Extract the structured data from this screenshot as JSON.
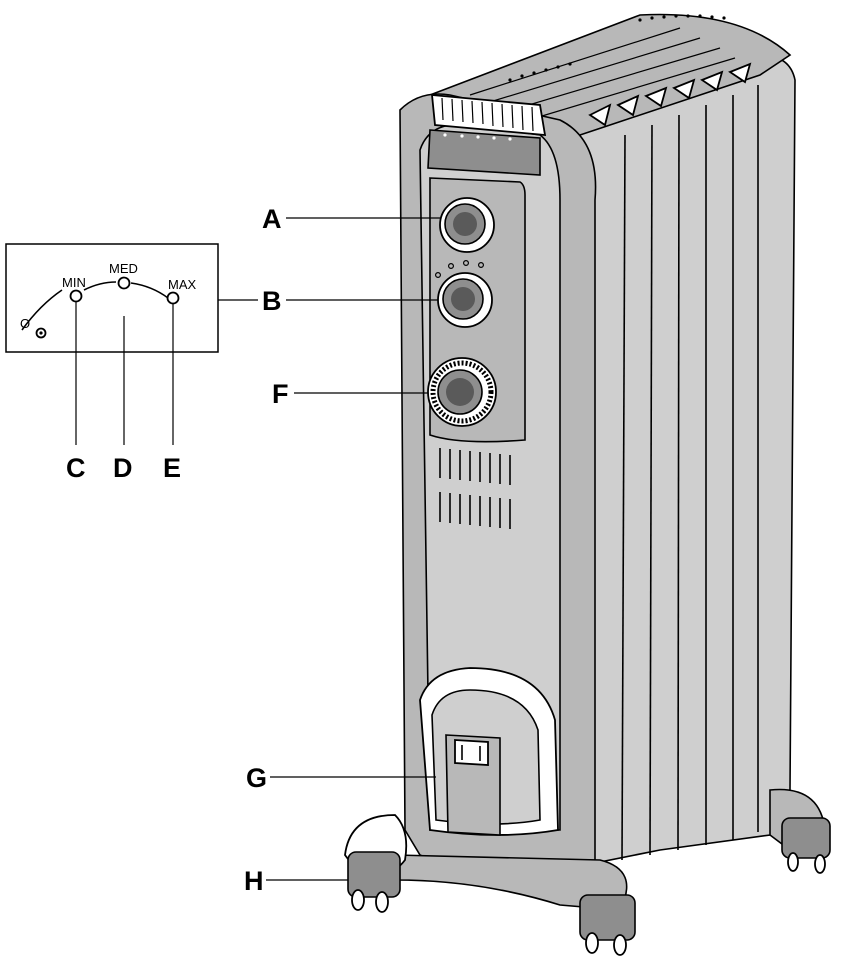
{
  "callouts": {
    "a": "A",
    "b": "B",
    "c": "C",
    "d": "D",
    "e": "E",
    "f": "F",
    "g": "G",
    "h": "H"
  },
  "dial_inset": {
    "off": "O",
    "min": "MIN",
    "med": "MED",
    "max": "MAX"
  },
  "icons": {
    "heater": "oil-radiator-heater",
    "knob": "rotary-knob"
  }
}
